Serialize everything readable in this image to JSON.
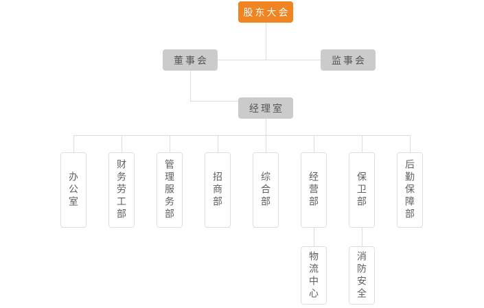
{
  "org_chart": {
    "title": "company-organization-chart",
    "root": {
      "label": "股东大会"
    },
    "board": {
      "label": "董事会"
    },
    "supervisory": {
      "label": "监事会"
    },
    "manager_office": {
      "label": "经理室"
    },
    "departments": [
      {
        "label": "办公室"
      },
      {
        "label": "财务劳工部"
      },
      {
        "label": "管理服务部"
      },
      {
        "label": "招商部"
      },
      {
        "label": "综合部"
      },
      {
        "label": "经营部"
      },
      {
        "label": "保卫部"
      },
      {
        "label": "后勤保障部"
      }
    ],
    "sub_departments": [
      {
        "label": "物流中心",
        "parent": "经营部"
      },
      {
        "label": "消防安全",
        "parent": "保卫部"
      }
    ]
  },
  "colors": {
    "root_fill": "#EF8421",
    "root_text": "#FFFFFF",
    "level2_fill": "#CBCBCB",
    "level2_text": "#555555",
    "leaf_border": "#DDDDDD",
    "leaf_text": "#5E5E5E",
    "connector": "#DDDDDD",
    "background": "#FFFFFF"
  }
}
